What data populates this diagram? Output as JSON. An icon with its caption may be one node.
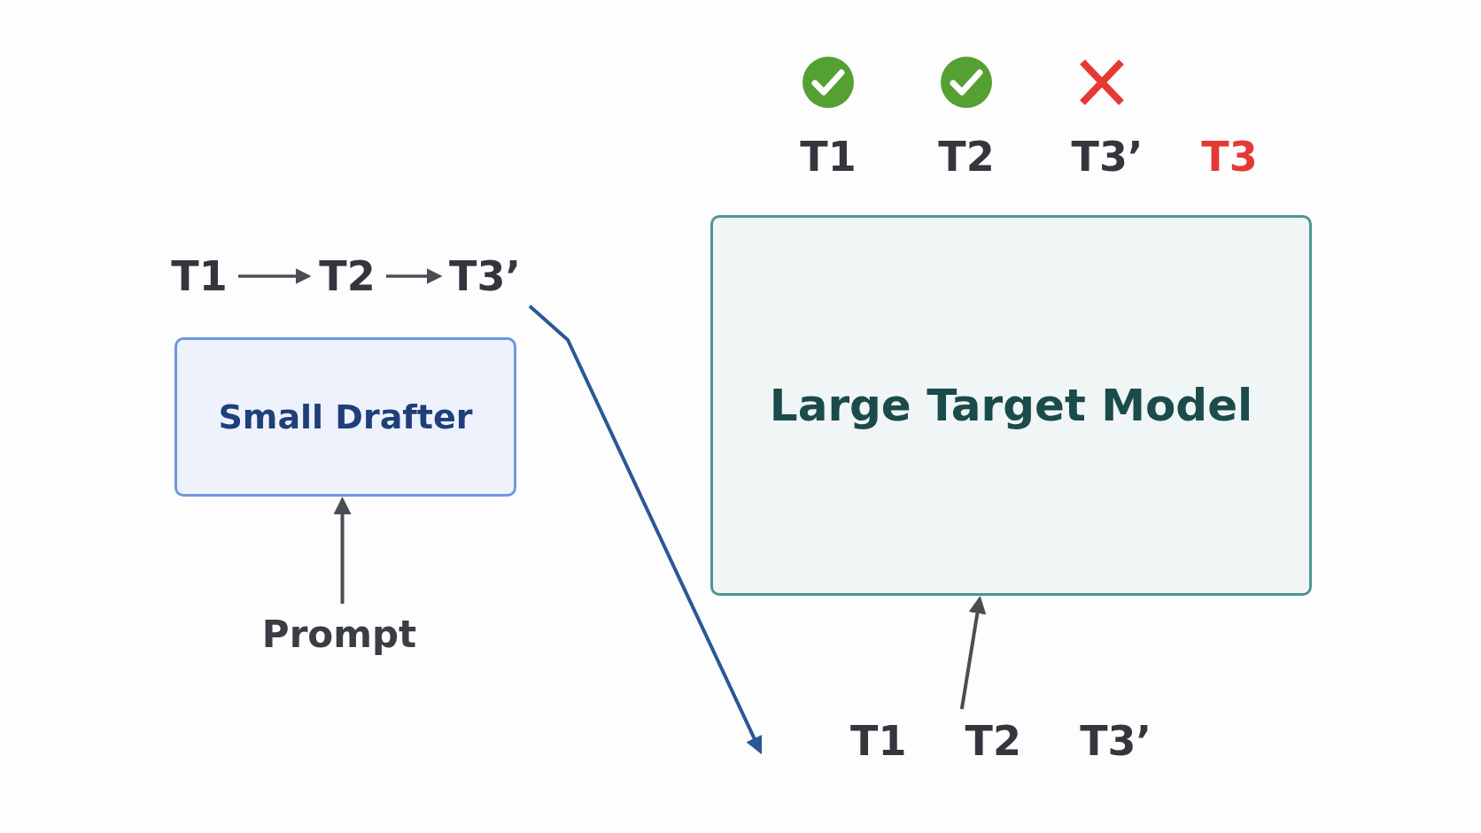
{
  "diagram": {
    "nodes": [
      {
        "text": [
          "T1"
        ]
      },
      {
        "text": [
          "T2"
        ]
      },
      {
        "text": [
          "T3’"
        ]
      },
      {
        "text": [
          "Small Drafter"
        ]
      },
      {
        "text": [
          "Prompt"
        ]
      },
      {
        "text": [
          "Large Target Model"
        ]
      },
      {
        "text": [
          "T1",
          "T2",
          "T3’"
        ]
      }
    ],
    "edges": [
      {
        "from": 0,
        "to": 1,
        "arrow": "to"
      },
      {
        "from": 1,
        "to": 2,
        "arrow": "to"
      },
      {
        "from": 4,
        "to": 3,
        "arrow": "to"
      },
      {
        "from": 2,
        "to": 6,
        "arrow": "to",
        "color": "#2b5797"
      },
      {
        "from": 6,
        "to": 5,
        "arrow": "to"
      }
    ],
    "labels": [
      "T1",
      "T2",
      "T3’",
      "T3"
    ]
  }
}
